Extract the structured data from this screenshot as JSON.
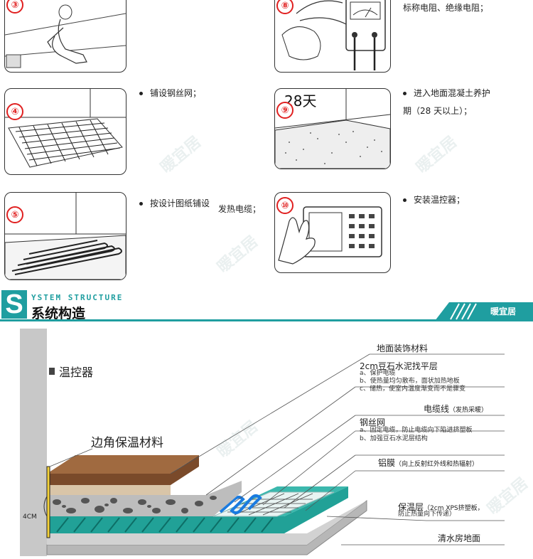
{
  "steps": [
    {
      "num": "③",
      "desc": ""
    },
    {
      "num": "④",
      "desc": "铺设钢丝网；"
    },
    {
      "num": "⑤",
      "desc": "按设计图纸铺设",
      "desc2": "发热电缆；"
    },
    {
      "num": "⑧",
      "desc": "标称电阻、绝缘电阻；"
    },
    {
      "num": "⑨",
      "badge": "28天",
      "desc": "进入地面混凝土养护",
      "desc2": "期（28 天以上）；"
    },
    {
      "num": "⑩",
      "desc": "安装温控器；"
    }
  ],
  "section": {
    "letter": "S",
    "english": "YSTEM STRUCTURE",
    "chinese": "系统构造",
    "brand": "暖宜居"
  },
  "diagram": {
    "thermostat_label": "温控器",
    "edge_label": "边角保温材料",
    "thickness_label": "4CM",
    "layers": [
      {
        "title": "地面装饰材料",
        "notes": []
      },
      {
        "title": "2cm豆石水泥找平层",
        "notes": [
          "a、保护电缆",
          "b、使热量均匀散布，面状加热地板",
          "c、储热，使室内温度渐变而不是骤变"
        ]
      },
      {
        "title": "电缆线",
        "sub": "（发热采暖）",
        "notes": []
      },
      {
        "title": "钢丝网",
        "notes": [
          "a、固定电缆，防止电缆向下陷进挤塑板",
          "b、加强豆石水泥层结构"
        ]
      },
      {
        "title": "铝膜",
        "sub": "（向上反射红外线和热辐射）",
        "notes": []
      },
      {
        "title": "保温层",
        "sub": "（2cm XPS挤塑板，",
        "notes": [
          "防止热量向下传递）"
        ]
      },
      {
        "title": "清水房地面",
        "notes": []
      }
    ]
  },
  "watermark": "暖宜居"
}
